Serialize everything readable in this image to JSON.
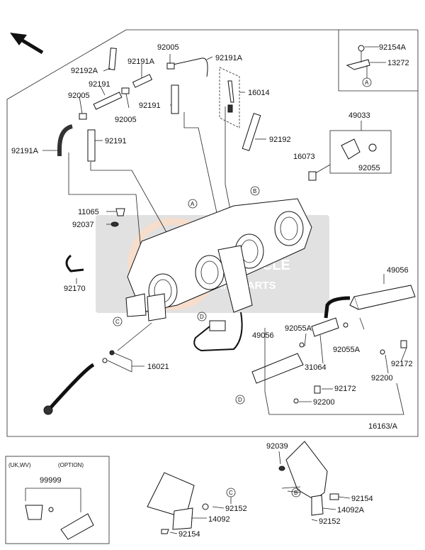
{
  "diagram": {
    "parts": {
      "p92154A_top": "92154A",
      "p13272": "13272",
      "p92005_a": "92005",
      "p92191A_a": "92191A",
      "p92192A": "92192A",
      "p92191A_b": "92191A",
      "p92191_a": "92191",
      "p92005_b": "92005",
      "p92005_c": "92005",
      "p92191_b": "92191",
      "p16014": "16014",
      "p92191A_c": "92191A",
      "p92191_c": "92191",
      "p92192": "92192",
      "p49033": "49033",
      "p16073": "16073",
      "p92055": "92055",
      "p11065": "11065",
      "p92037": "92037",
      "p92170": "92170",
      "p49056_r": "49056",
      "p92055A_a": "92055A",
      "p49056_l": "49056",
      "p31064": "31064",
      "p92055A_b": "92055A",
      "p92172_r": "92172",
      "p92200_r": "92200",
      "p16021": "16021",
      "p92172_l": "92172",
      "p92200_l": "92200",
      "p16163A": "16163/A",
      "p99999": "99999",
      "p92039": "92039",
      "p92152_l": "92152",
      "p92154_r": "92154",
      "p14092": "14092",
      "p14092A": "14092A",
      "p92154_l": "92154",
      "p92152_r": "92152"
    },
    "callouts": {
      "A": "A",
      "B": "B",
      "C": "C",
      "D": "D"
    },
    "option_box": {
      "region": "(UK,WV)",
      "option": "(OPTION)"
    },
    "watermark": {
      "line1": "MOTORCYCLE",
      "line2": "SPARE PARTS"
    }
  }
}
